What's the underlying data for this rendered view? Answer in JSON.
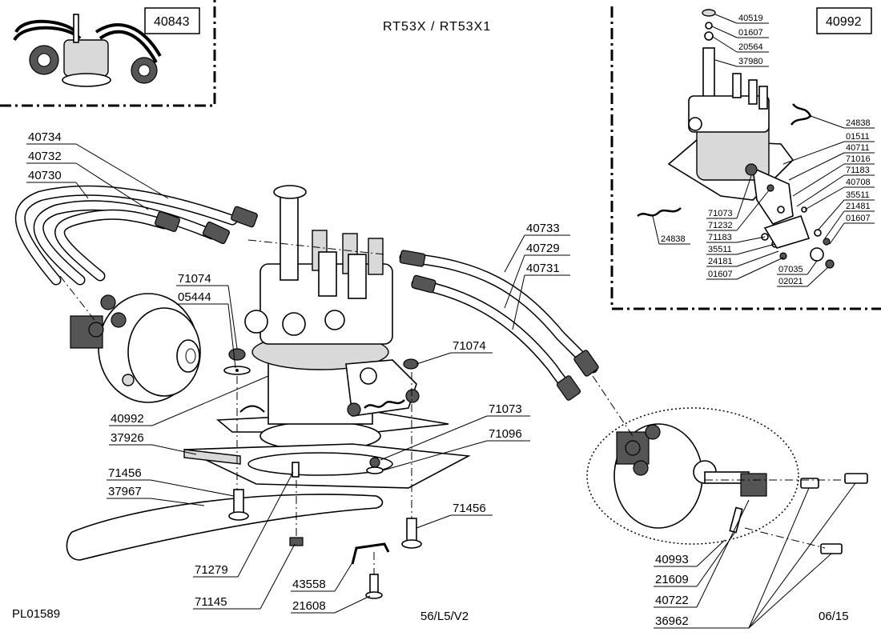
{
  "header": {
    "model": "RT53X  /  RT53X1"
  },
  "boxes": {
    "box_left": "40843",
    "box_right": "40992"
  },
  "footer": {
    "plate": "PL01589",
    "ref": "56/L5/V2",
    "date": "06/15"
  },
  "labels": {
    "l40734": "40734",
    "l40732": "40732",
    "l40730": "40730",
    "l71074a": "71074",
    "l05444": "05444",
    "l40733": "40733",
    "l40729": "40729",
    "l40731": "40731",
    "l71074b": "71074",
    "l40992": "40992",
    "l37926": "37926",
    "l71073": "71073",
    "l71096": "71096",
    "l71456a": "71456",
    "l37967": "37967",
    "l71456b": "71456",
    "l71279": "71279",
    "l71145": "71145",
    "l43558": "43558",
    "l21608": "21608",
    "l40993": "40993",
    "l21609": "21609",
    "l40722": "40722",
    "l36962": "36962"
  },
  "inset_labels": {
    "i40519": "40519",
    "i01607a": "01607",
    "i20564": "20564",
    "i37980": "37980",
    "i24838a": "24838",
    "i01511": "01511",
    "i40711": "40711",
    "i71016": "71016",
    "i71183a": "71183",
    "i40708": "40708",
    "i35511a": "35511",
    "i21481": "21481",
    "i01607b": "01607",
    "i71073": "71073",
    "i71232": "71232",
    "i71183b": "71183",
    "i35511b": "35511",
    "i24181": "24181",
    "i01607c": "01607",
    "i07035": "07035",
    "i02021": "02021",
    "i24838b": "24838"
  }
}
